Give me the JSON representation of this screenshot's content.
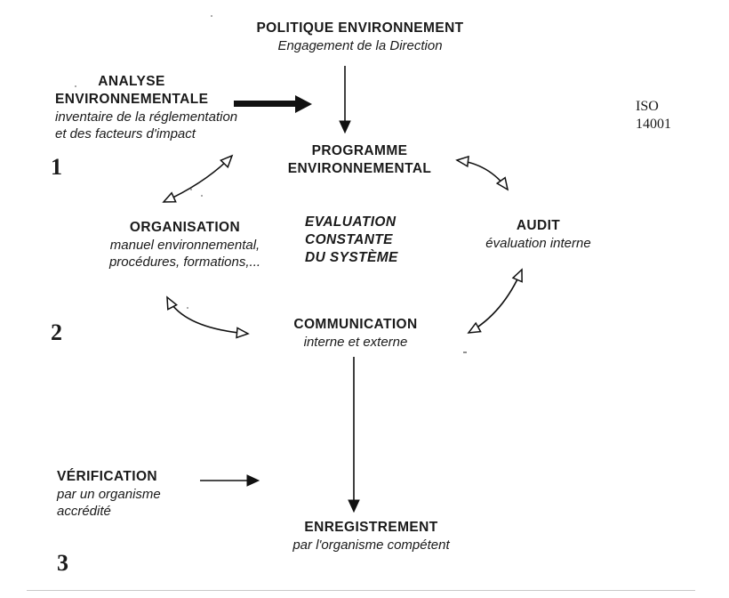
{
  "page": {
    "standard_line1": "ISO",
    "standard_line2": "14001"
  },
  "stage_numbers": [
    "1",
    "2",
    "3"
  ],
  "nodes": {
    "politique": {
      "title": "POLITIQUE ENVIRONNEMENT",
      "subtitle": "Engagement de la Direction"
    },
    "analyse": {
      "title_line1": "ANALYSE",
      "title_line2": "ENVIRONNEMENTALE",
      "subtitle_line1": "inventaire de la réglementation",
      "subtitle_line2": "et des facteurs d'impact"
    },
    "programme": {
      "title_line1": "PROGRAMME",
      "title_line2": "ENVIRONNEMENTAL"
    },
    "organisation": {
      "title": "ORGANISATION",
      "subtitle_line1": "manuel environnemental,",
      "subtitle_line2": "procédures, formations,..."
    },
    "evaluation": {
      "line1": "EVALUATION",
      "line2": "CONSTANTE",
      "line3": "DU SYSTÈME"
    },
    "audit": {
      "title": "AUDIT",
      "subtitle": "évaluation interne"
    },
    "communication": {
      "title": "COMMUNICATION",
      "subtitle": "interne et externe"
    },
    "verification": {
      "title": "VÉRIFICATION",
      "subtitle_line1": "par un organisme",
      "subtitle_line2": "accrédité"
    },
    "enregistrement": {
      "title": "ENREGISTREMENT",
      "subtitle": "par l'organisme compétent"
    }
  },
  "colors": {
    "ink": "#1a1a1a",
    "background": "#ffffff"
  }
}
